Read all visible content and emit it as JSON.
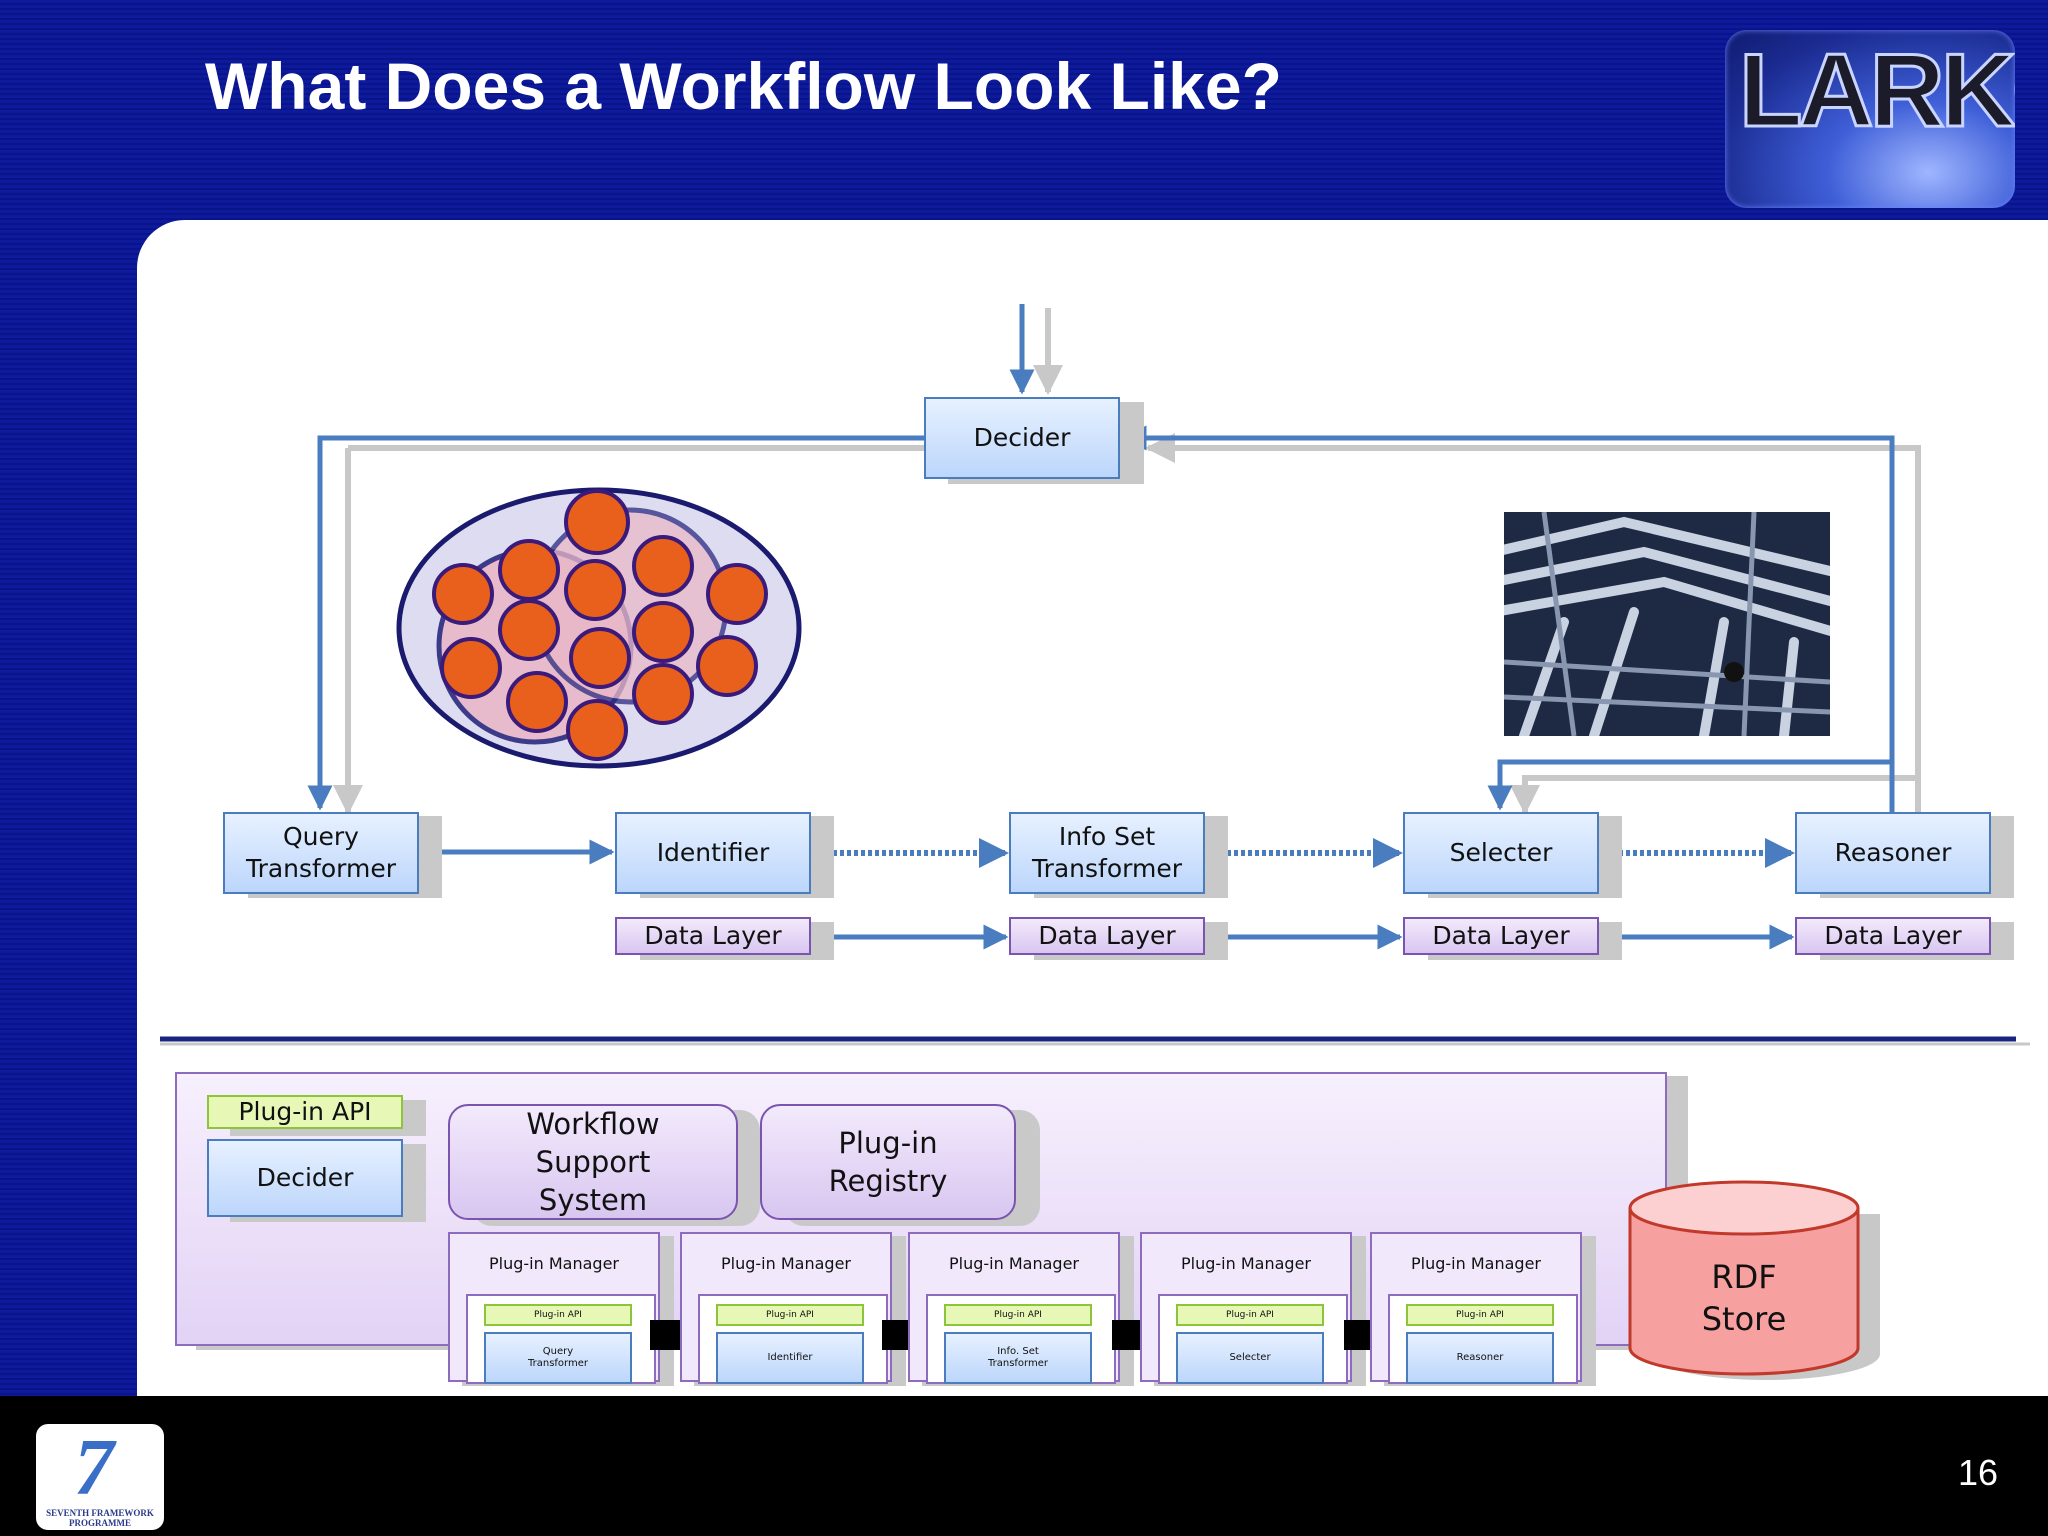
{
  "slide": {
    "title": "What Does a Workflow Look Like?",
    "page_number": "16",
    "logo_text": "LARKC",
    "fp7_label": "SEVENTH FRAMEWORK PROGRAMME",
    "fp7_numeral": "7"
  },
  "workflow": {
    "decider": "Decider",
    "stages": [
      "Query Transformer",
      "Identifier",
      "Info Set Transformer",
      "Selecter",
      "Reasoner"
    ],
    "data_layer": "Data Layer"
  },
  "platform": {
    "plugin_api": "Plug-in API",
    "decider": "Decider",
    "workflow_support": "Workflow Support System",
    "plugin_registry": "Plug-in Registry",
    "plugin_manager": "Plug-in Manager",
    "managed_plugins": [
      "Query Transformer",
      "Identifier",
      "Info. Set Transformer",
      "Selecter",
      "Reasoner"
    ],
    "rdf_store": "RDF Store"
  },
  "colors": {
    "background": "#0d1a9c",
    "arrow": "#4a7cc0",
    "box_blue": "#bcd6fb",
    "box_purple": "#d8c6f0",
    "plugin_api_green": "#e6f7b6",
    "rdf_store_red": "#f7a0a0",
    "venn_circle": "#e8601c"
  }
}
